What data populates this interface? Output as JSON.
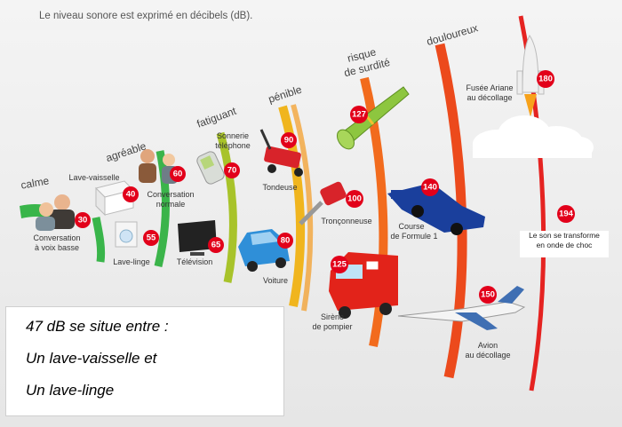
{
  "header": "Le niveau sonore est exprimé en décibels (dB).",
  "zones": {
    "calme": "calme",
    "agreable": "agréable",
    "fatiguant": "fatiguant",
    "penible": "pénible",
    "risque_1": "risque",
    "risque_2": "de surdité",
    "douloureux": "douloureux"
  },
  "badges": {
    "b30": "30",
    "b40": "40",
    "b55": "55",
    "b60": "60",
    "b65": "65",
    "b70": "70",
    "b80": "80",
    "b90": "90",
    "b100": "100",
    "b125": "125",
    "b127": "127",
    "b140": "140",
    "b150": "150",
    "b180": "180",
    "b194": "194"
  },
  "labels": {
    "conv_basse_1": "Conversation",
    "conv_basse_2": "à voix basse",
    "lave_vaisselle": "Lave-vaisselle",
    "lave_linge": "Lave-linge",
    "conv_normale_1": "Conversation",
    "conv_normale_2": "normale",
    "television": "Télévision",
    "sonnerie_1": "Sonnerie",
    "sonnerie_2": "téléphone",
    "voiture": "Voiture",
    "tondeuse": "Tondeuse",
    "tronconneuse": "Tronçonneuse",
    "sirene_1": "Sirène",
    "sirene_2": "de pompier",
    "course_1": "Course",
    "course_2": "de Formule 1",
    "avion_1": "Avion",
    "avion_2": "au décollage",
    "fusee_1": "Fusée Ariane",
    "fusee_2": "au décollage",
    "shock_1": "Le son se transforme",
    "shock_2": "en onde de choc"
  },
  "note": {
    "line1": "47 dB se situe entre :",
    "line2": "Un lave-vaisselle et",
    "line3": "Un lave-linge"
  },
  "colors": {
    "green": "#39b54a",
    "yellow_green": "#a8c32a",
    "olive": "#c6b82a",
    "orange": "#f39a1f",
    "dark_orange": "#f26b1d",
    "red_orange": "#ec4a1c",
    "red": "#e52321",
    "badge": "#e2001a"
  }
}
